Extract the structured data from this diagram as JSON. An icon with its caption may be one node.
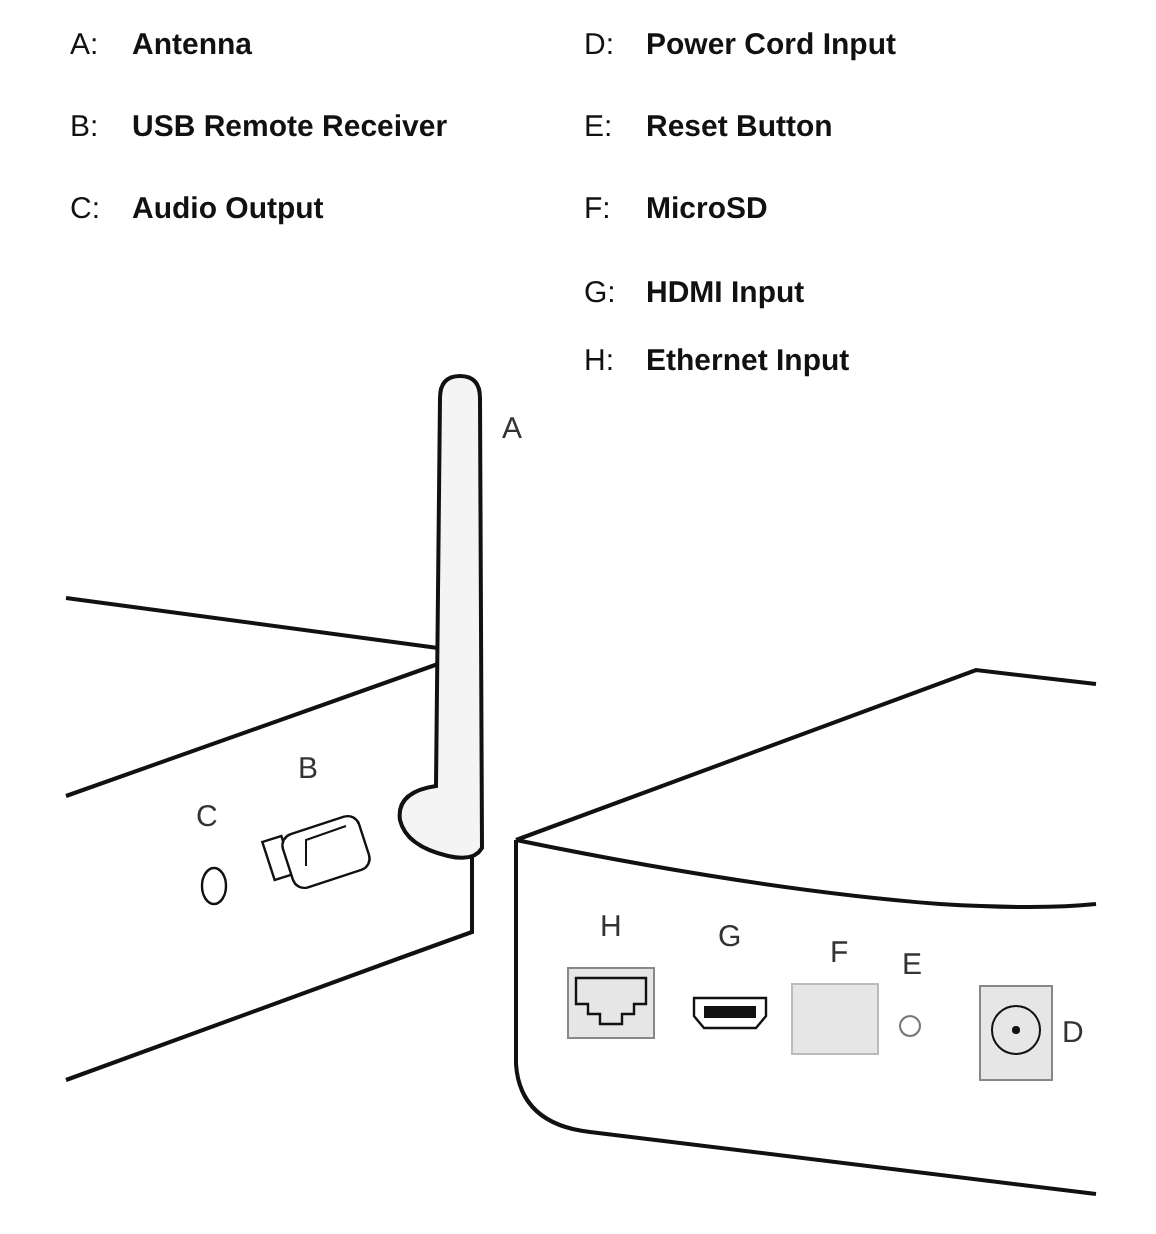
{
  "diagram": {
    "labels": [
      "A:",
      "Antenna",
      "D:",
      "Power Cord Input",
      "B:",
      "USB Remote Receiver",
      "E:",
      "Reset Button",
      "C:",
      "Audio Output",
      "F:",
      "MicroSD",
      "G:",
      "HDMI Input",
      "H:",
      "Ethernet Input",
      "A",
      "B",
      "C",
      "H",
      "G",
      "F",
      "E",
      "D"
    ]
  }
}
